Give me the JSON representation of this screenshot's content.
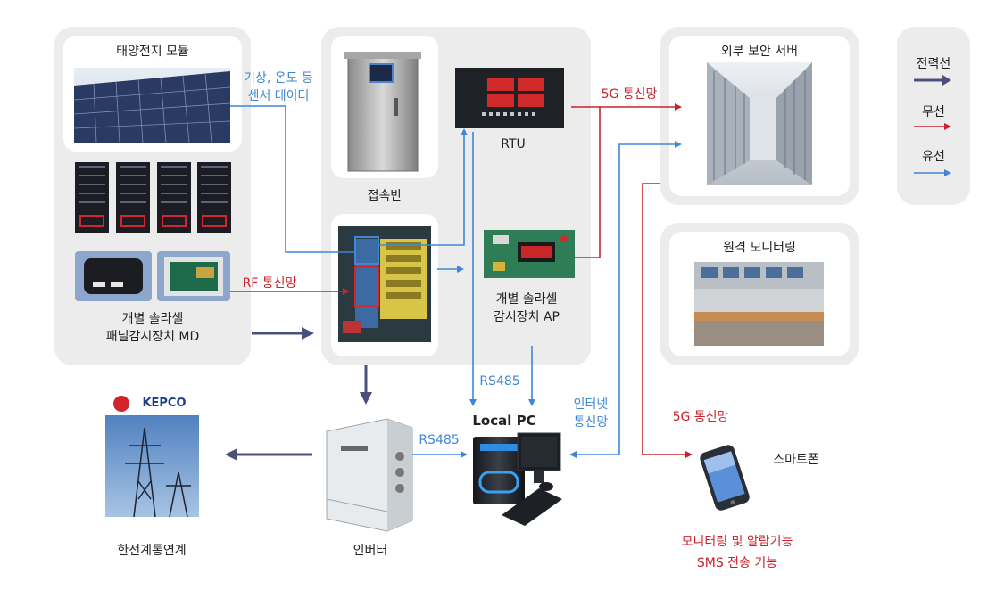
{
  "groups": {
    "solar_module_title": "태양전지 모듈",
    "md_label_line1": "개별 솔라셀",
    "md_label_line2": "패널감시장치 MD",
    "junction_box_label": "접속반",
    "rtu_label": "RTU",
    "ap_label_line1": "개별 솔라셀",
    "ap_label_line2": "감시장치 AP",
    "server_title": "외부 보안 서버",
    "remote_title": "원격 모니터링"
  },
  "nodes": {
    "kepco_logo": "KEPCO",
    "kepco_label": "한전계통연계",
    "inverter_label": "인버터",
    "pc_label": "Local PC",
    "smartphone_label": "스마트폰"
  },
  "edge_labels": {
    "sensor_line1": "기상, 온도 등",
    "sensor_line2": "센서 데이터",
    "rf": "RF 통신망",
    "fiveg_server": "5G 통신망",
    "fiveg_phone": "5G 통신망",
    "rs485_ap": "RS485",
    "rs485_inverter": "RS485",
    "internet_line1": "인터넷",
    "internet_line2": "통신망"
  },
  "smartphone_features": {
    "line1": "모니터링 및 알람기능",
    "line2": "SMS 전송 기능"
  },
  "legend": {
    "power": "전력선",
    "wireless": "무선",
    "wired": "유선"
  },
  "colors": {
    "power_line": "#4b4f7c",
    "wireless_line": "#c8232c",
    "wired_line": "#3f86d6",
    "panel_bg": "#ececec"
  }
}
